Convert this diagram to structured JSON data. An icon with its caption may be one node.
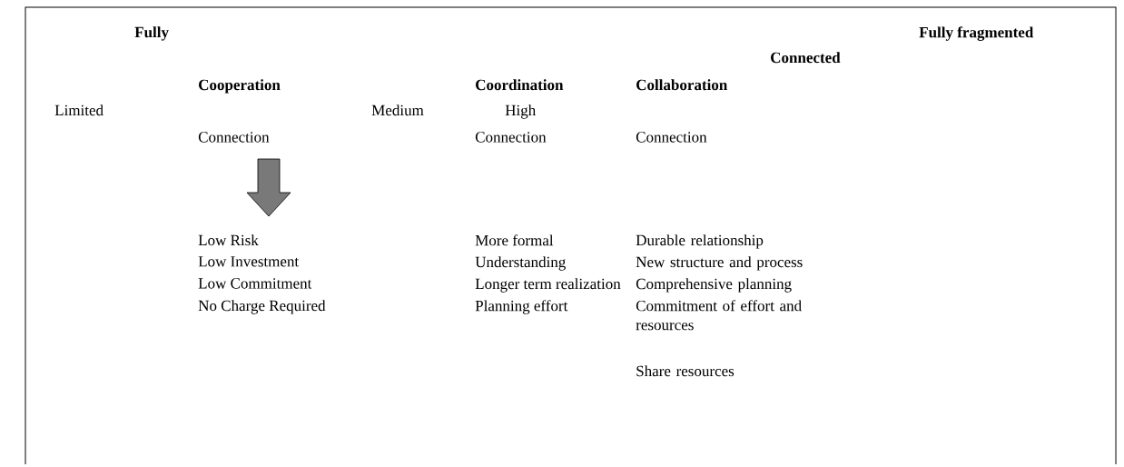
{
  "diagram": {
    "labels": [
      "Fully",
      "Fully fragmented",
      "Connected",
      "Cooperation",
      "Coordination",
      "Collaboration",
      "Limited",
      "Medium",
      "High",
      "Connection",
      "Connection",
      "Connection",
      "Low Risk",
      "More formal",
      "Durable relationship",
      "Low Investment",
      "Understanding",
      "New structure and process",
      "Low Commitment",
      "Longer term realization",
      "Comprehensive planning",
      "No Charge Required",
      "Planning effort",
      "Commitment of effort and resources",
      "Share resources"
    ]
  }
}
